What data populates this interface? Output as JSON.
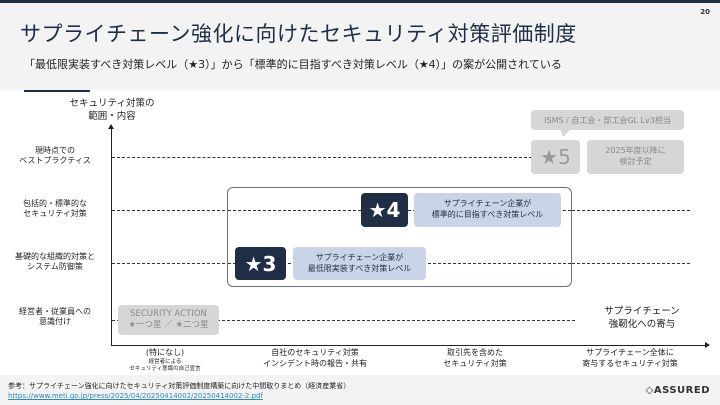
{
  "page_number": "20",
  "title": "サプライチェーン強化に向けたセキュリティ対策評価制度",
  "subtitle": "「最低限実装すべき対策レベル（★3）」から「標準的に目指すべき対策レベル（★4）」の案が公開されている",
  "y_axis": {
    "title": [
      "セキュリティ対策の",
      "範囲・内容"
    ],
    "levels": [
      [
        "現時点での",
        "ベストプラクティス"
      ],
      [
        "包括的・標準的な",
        "セキュリティ対策"
      ],
      [
        "基礎的な組織的対策と",
        "システム防御策"
      ],
      [
        "経営者・従業員への",
        "意識付け"
      ]
    ]
  },
  "x_axis": {
    "title": [
      "サプライチェーン",
      "強靭化への寄与"
    ],
    "levels": [
      {
        "lines": [
          "(特になし)"
        ],
        "small": [
          "経営者による",
          "セキュリティ意識の自己宣言"
        ]
      },
      {
        "lines": [
          "自社のセキュリティ対策",
          "インシデント時の報告・共有"
        ]
      },
      {
        "lines": [
          "取引先を含めた",
          "セキュリティ対策"
        ]
      },
      {
        "lines": [
          "サプライチェーン全体に",
          "寄与するセキュリティ対策"
        ]
      }
    ]
  },
  "star5": {
    "label": "★5",
    "desc": [
      "2025年度以降に",
      "検討予定"
    ],
    "bubble": "ISMS / 自工会・部工会GL Lv3相当"
  },
  "star4": {
    "label": "★4",
    "desc": [
      "サプライチェーン企業が",
      "標準的に目指すべき対策レベル"
    ]
  },
  "star3": {
    "label": "★3",
    "desc": [
      "サプライチェーン企業が",
      "最低限実装すべき対策レベル"
    ]
  },
  "security_action": {
    "title": "SECURITY ACTION",
    "sub": "★一つ星 ／ ★二つ星"
  },
  "footer": {
    "reference": "参考：サプライチェーン強化に向けたセキュリティ対策評価制度構築に向けた中間取りまとめ（経済産業省）",
    "link": "https://www.meti.go.jp/press/2025/04/20250414002/20250414002-2.pdf",
    "logo": "ASSURED"
  }
}
